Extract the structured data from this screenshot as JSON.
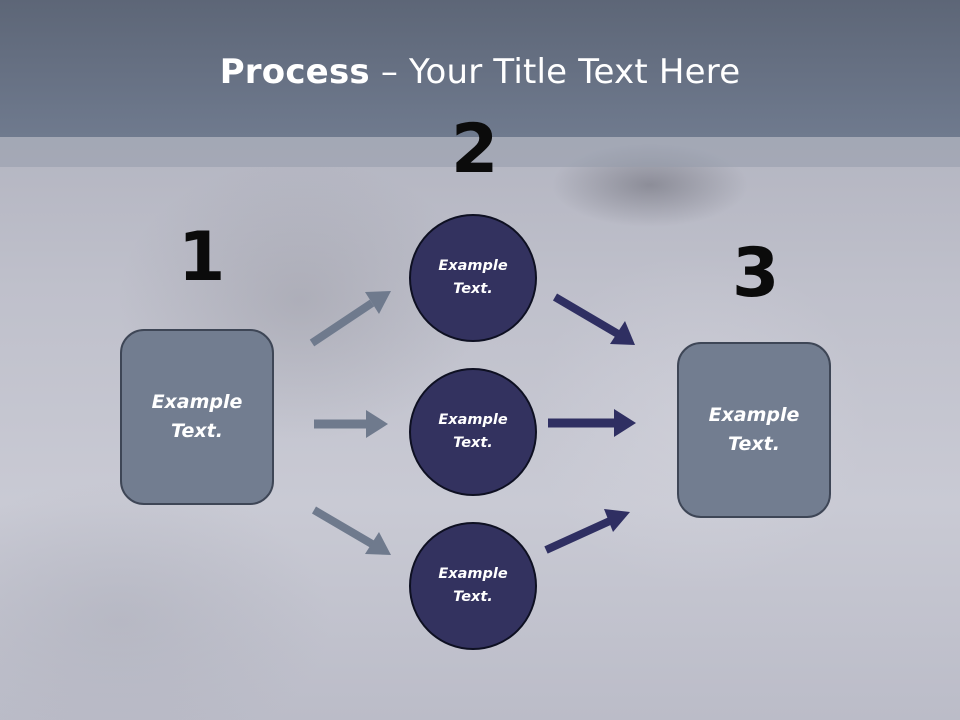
{
  "title": {
    "bold": "Process",
    "rest": " – Your Title Text Here"
  },
  "steps": [
    {
      "number": "1"
    },
    {
      "number": "2"
    },
    {
      "number": "3"
    }
  ],
  "left_box": {
    "line1": "Example",
    "line2": "Text."
  },
  "right_box": {
    "line1": "Example",
    "line2": "Text."
  },
  "circles": [
    {
      "line1": "Example",
      "line2": "Text."
    },
    {
      "line1": "Example",
      "line2": "Text."
    },
    {
      "line1": "Example",
      "line2": "Text."
    }
  ],
  "colors": {
    "gray_arrow": "#6f7a8d",
    "navy_arrow": "#2f2f62",
    "box_fill": "#727d90",
    "circle_fill": "#33325f"
  }
}
